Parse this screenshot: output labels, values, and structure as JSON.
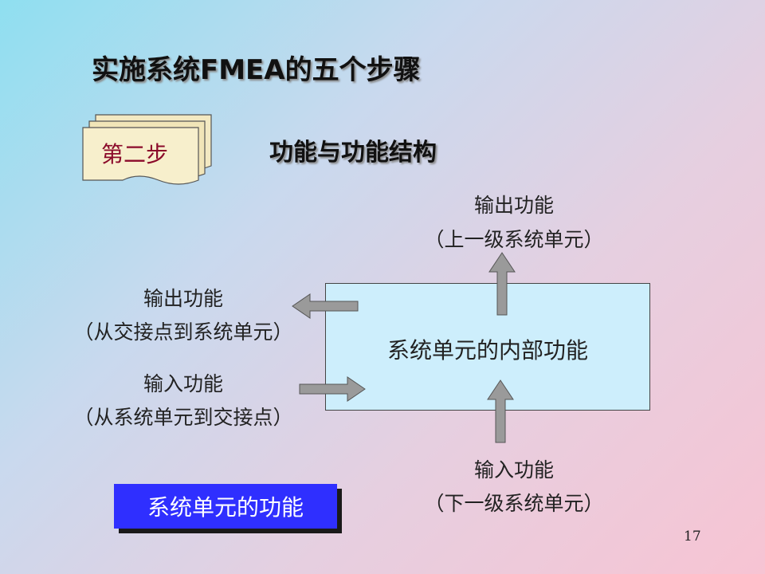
{
  "slide": {
    "title": "实施系统FMEA的五个步骤",
    "step_label": "第二步",
    "step_title": "功能与功能结构",
    "top_output": {
      "line1": "输出功能",
      "line2": "（上一级系统单元）"
    },
    "left_output": {
      "line1": "输出功能",
      "line2": "（从交接点到系统单元）"
    },
    "left_input": {
      "line1": "输入功能",
      "line2": "（从系统单元到交接点）"
    },
    "bottom_input": {
      "line1": "输入功能",
      "line2": "（下一级系统单元）"
    },
    "center_box": "系统单元的内部功能",
    "footer_button": "系统单元的功能",
    "page_number": "17"
  },
  "colors": {
    "arrow_fill": "#9a9a9a",
    "box_fill": "#cdeefc",
    "button_fill": "#2f2fff",
    "step_label_color": "#8b0a2a"
  }
}
